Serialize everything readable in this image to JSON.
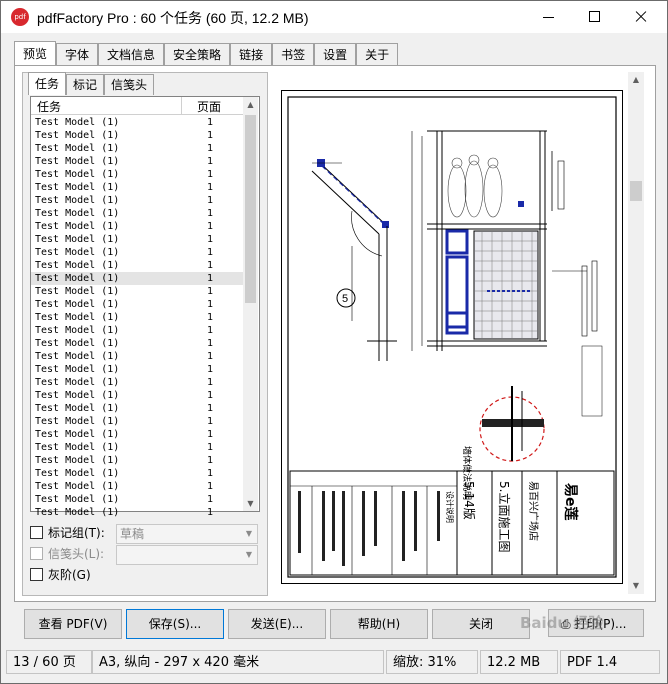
{
  "window": {
    "title": "pdfFactory Pro : 60 个任务 (60 页, 12.2 MB)",
    "app_icon_text": "pdf"
  },
  "tabs": [
    "预览",
    "字体",
    "文档信息",
    "安全策略",
    "链接",
    "书签",
    "设置",
    "关于"
  ],
  "subtabs": [
    "任务",
    "标记",
    "信笺头"
  ],
  "job_list": {
    "col_task": "任务",
    "col_pages": "页面",
    "selected_index": 12,
    "rows": [
      {
        "name": "Test Model (1)",
        "pages": "1"
      },
      {
        "name": "Test Model (1)",
        "pages": "1"
      },
      {
        "name": "Test Model (1)",
        "pages": "1"
      },
      {
        "name": "Test Model (1)",
        "pages": "1"
      },
      {
        "name": "Test Model (1)",
        "pages": "1"
      },
      {
        "name": "Test Model (1)",
        "pages": "1"
      },
      {
        "name": "Test Model (1)",
        "pages": "1"
      },
      {
        "name": "Test Model (1)",
        "pages": "1"
      },
      {
        "name": "Test Model (1)",
        "pages": "1"
      },
      {
        "name": "Test Model (1)",
        "pages": "1"
      },
      {
        "name": "Test Model (1)",
        "pages": "1"
      },
      {
        "name": "Test Model (1)",
        "pages": "1"
      },
      {
        "name": "Test Model (1)",
        "pages": "1"
      },
      {
        "name": "Test Model (1)",
        "pages": "1"
      },
      {
        "name": "Test Model (1)",
        "pages": "1"
      },
      {
        "name": "Test Model (1)",
        "pages": "1"
      },
      {
        "name": "Test Model (1)",
        "pages": "1"
      },
      {
        "name": "Test Model (1)",
        "pages": "1"
      },
      {
        "name": "Test Model (1)",
        "pages": "1"
      },
      {
        "name": "Test Model (1)",
        "pages": "1"
      },
      {
        "name": "Test Model (1)",
        "pages": "1"
      },
      {
        "name": "Test Model (1)",
        "pages": "1"
      },
      {
        "name": "Test Model (1)",
        "pages": "1"
      },
      {
        "name": "Test Model (1)",
        "pages": "1"
      },
      {
        "name": "Test Model (1)",
        "pages": "1"
      },
      {
        "name": "Test Model (1)",
        "pages": "1"
      },
      {
        "name": "Test Model (1)",
        "pages": "1"
      },
      {
        "name": "Test Model (1)",
        "pages": "1"
      },
      {
        "name": "Test Model (1)",
        "pages": "1"
      },
      {
        "name": "Test Model (1)",
        "pages": "1"
      },
      {
        "name": "Test Model (1)",
        "pages": "1"
      }
    ]
  },
  "options": {
    "marker_group_label": "标记组(T):",
    "marker_group_value": "草稿",
    "letterhead_label": "信笺头(L):",
    "letterhead_value": "",
    "grayscale_label": "灰阶(G)"
  },
  "drawing": {
    "callout_number": "5",
    "title_block": {
      "company": "易e莲",
      "project": "易百兴广场店",
      "sheet_name": "5.立面施工图",
      "sheet_no": "5.14版",
      "notes": "设计说明",
      "label_side": "墙体做法说明"
    }
  },
  "buttons": {
    "view_pdf": "查看 PDF(V)",
    "save": "保存(S)...",
    "send": "发送(E)...",
    "help": "帮助(H)",
    "close": "关闭",
    "print": "打印(P)..."
  },
  "status": {
    "page": "13 / 60 页",
    "paper": "A3, 纵向 - 297 x 420 毫米",
    "zoom": "缩放: 31%",
    "size": "12.2 MB",
    "pdf_version": "PDF 1.4"
  },
  "watermark": "Baidu 经验",
  "colors": {
    "app_icon": "#d8282e",
    "default_button_border": "#0078d7",
    "drawing_blue": "#1a2aa8",
    "drawing_red": "#d01818"
  }
}
